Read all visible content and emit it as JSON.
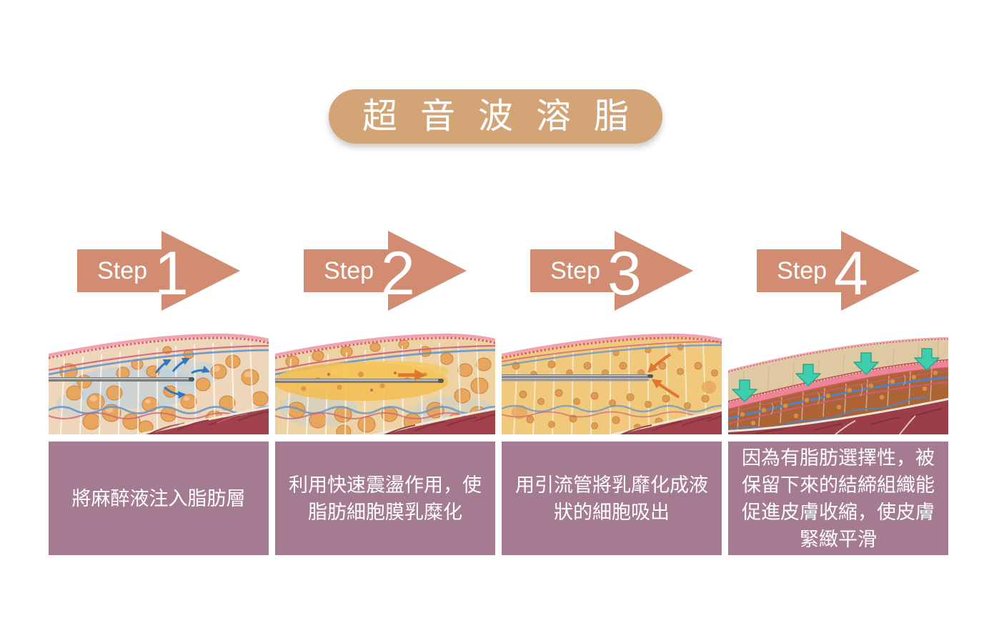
{
  "title": {
    "text": "超音波溶脂"
  },
  "colors": {
    "pill_bg": "#D2A476",
    "step_arrow": "#D28C72",
    "caption_bg": "#A47B90",
    "text": "#FFFFFF",
    "teal_arrow": "#3ECDAD"
  },
  "steps": [
    {
      "label_word": "Step",
      "number": "1",
      "caption": "將麻醉液注入脂肪層",
      "illustration": "cannula-injecting-anesthetic-into-fat-layer"
    },
    {
      "label_word": "Step",
      "number": "2",
      "caption": "利用快速震盪作用，使脂肪細胞膜乳糜化",
      "illustration": "ultrasonic-oscillation-emulsifying-fat-cells"
    },
    {
      "label_word": "Step",
      "number": "3",
      "caption": "用引流管將乳靡化成液狀的細胞吸出",
      "illustration": "drainage-tube-suctioning-liquefied-cells"
    },
    {
      "label_word": "Step",
      "number": "4",
      "caption": "因為有脂肪選擇性，被保留下來的結締組織能促進皮膚收縮，使皮膚緊緻平滑",
      "illustration": "skin-contraction-with-retained-connective-tissue"
    }
  ]
}
